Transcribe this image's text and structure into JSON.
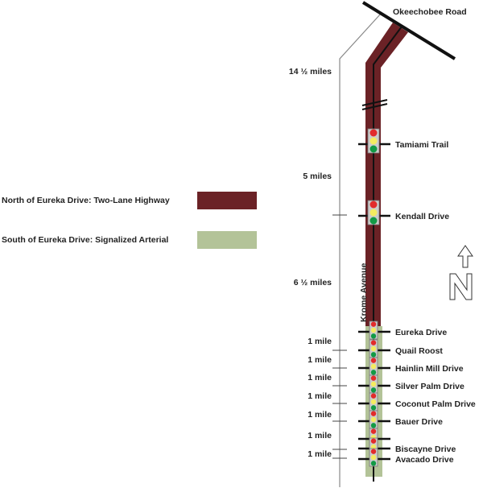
{
  "colors": {
    "highway": "#6b2226",
    "arterial": "#b3c398",
    "road": "#111111",
    "ruler": "#888888"
  },
  "legend": [
    {
      "label": "North of Eureka Drive: Two-Lane Highway",
      "color": "#6b2226"
    },
    {
      "label": "South of Eureka Drive: Signalized Arterial",
      "color": "#b3c398"
    }
  ],
  "top_road": "Okeechobee Road",
  "main_road": "Krome Avenue",
  "streets": [
    {
      "name": "Tamiami Trail",
      "signal": "large"
    },
    {
      "name": "Kendall Drive",
      "signal": "large"
    },
    {
      "name": "Eureka Drive",
      "signal": "small"
    },
    {
      "name": "Quail Roost",
      "signal": "small"
    },
    {
      "name": "Hainlin Mill Drive",
      "signal": "small"
    },
    {
      "name": "Silver Palm Drive",
      "signal": "small"
    },
    {
      "name": "Coconut Palm Drive",
      "signal": "small"
    },
    {
      "name": "Bauer Drive",
      "signal": "small"
    },
    {
      "name": "",
      "signal": "small"
    },
    {
      "name": "Biscayne Drive",
      "signal": "small"
    },
    {
      "name": "Avacado Drive",
      "signal": "small"
    }
  ],
  "distances": [
    "14 ½ miles",
    "5 miles",
    "6 ½ miles",
    "1 mile",
    "1 mile",
    "1 mile",
    "1 mile",
    "1 mile",
    "1 mile",
    "1 mile"
  ],
  "north_arrow": "N"
}
